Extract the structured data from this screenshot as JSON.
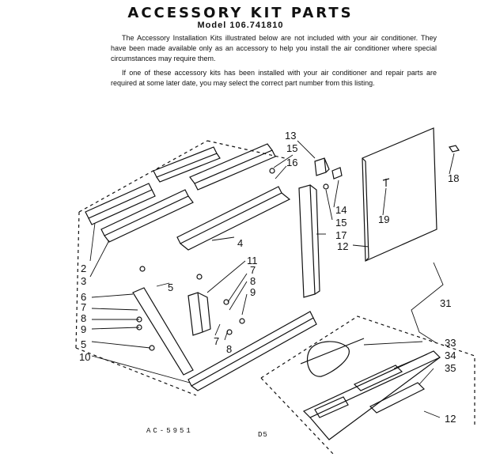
{
  "title": "ACCESSORY KIT PARTS",
  "model": "Model 106.741810",
  "paragraph1": "The Accessory Installation Kits illustrated below are not included with your air conditioner. They have been made available only as an accessory to help you install the air conditioner where special circumstances may require them.",
  "paragraph2": "If one of these accessory kits has been installed with your air conditioner and repair parts are required at some later date, you may select the correct part number from this listing.",
  "labels": {
    "l2": "2",
    "l3": "3",
    "l4": "4",
    "l5a": "5",
    "l5b": "5",
    "l6": "6",
    "l7a": "7",
    "l7b": "7",
    "l7c": "7",
    "l8a": "8",
    "l8b": "8",
    "l8c": "8",
    "l9a": "9",
    "l9b": "9",
    "l10": "10",
    "l11": "11",
    "l12a": "12",
    "l12b": "12",
    "l13": "13",
    "l14": "14",
    "l15a": "15",
    "l15b": "15",
    "l16": "16",
    "l17": "17",
    "l18": "18",
    "l19": "19",
    "l31": "31",
    "l33": "33",
    "l34": "34",
    "l35": "35"
  },
  "footer": {
    "code_left": "AC-5951",
    "code_right": "D5"
  }
}
